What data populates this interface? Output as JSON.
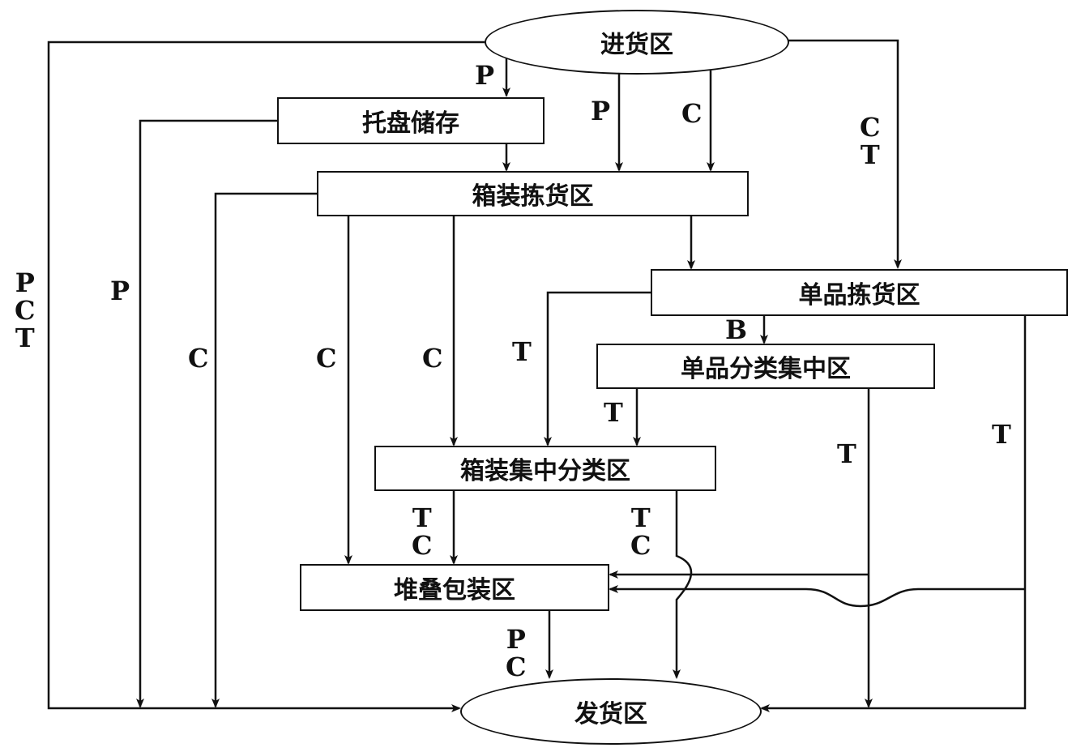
{
  "nodes": {
    "receiving": "进货区",
    "pallet_storage": "托盘储存",
    "case_picking": "箱装拣货区",
    "item_picking": "单品拣货区",
    "item_sorting": "单品分类集中区",
    "case_sorting": "箱装集中分类区",
    "stack_packing": "堆叠包装区",
    "shipping": "发货区"
  },
  "labels": {
    "l_pct": "P\nC\nT",
    "l_p_left": "P",
    "l_c1": "C",
    "l_c2": "C",
    "l_c3": "C",
    "l_p_top": "P",
    "l_p_mid": "P",
    "l_c_top": "C",
    "l_ct_right": "C\nT",
    "l_t_left": "T",
    "l_b": "B",
    "l_t_sort": "T",
    "l_t_mid": "T",
    "l_t_right": "T",
    "l_tc1": "T\nC",
    "l_tc2": "T\nC",
    "l_pc": "P\nC"
  }
}
